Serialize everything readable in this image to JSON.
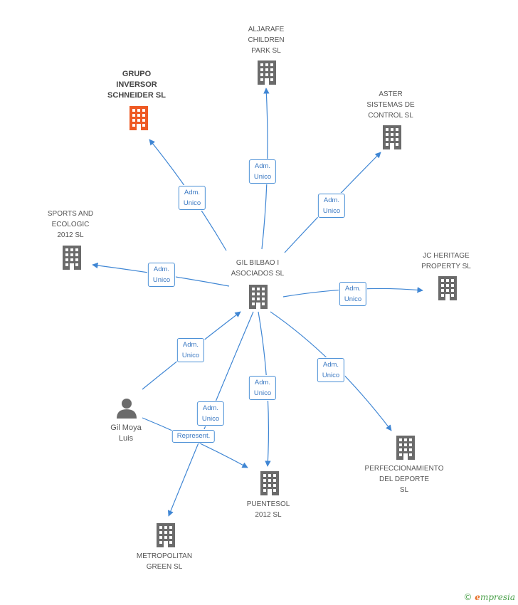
{
  "colors": {
    "edge": "#3f86d4",
    "building": "#6b6b6b",
    "focus_building": "#ee5a24",
    "person": "#6b6b6b"
  },
  "nodes": {
    "gil_bilbao": {
      "label": "GIL BILBAO I\nASOCIADOS SL",
      "icon": "building-icon"
    },
    "grupo_inversor": {
      "label": "GRUPO\nINVERSOR\nSCHNEIDER SL",
      "icon": "building-icon"
    },
    "aljarafe": {
      "label": "ALJARAFE\nCHILDREN\nPARK SL",
      "icon": "building-icon"
    },
    "aster": {
      "label": "ASTER\nSISTEMAS DE\nCONTROL SL",
      "icon": "building-icon"
    },
    "sports": {
      "label": "SPORTS AND\nECOLOGIC\n2012 SL",
      "icon": "building-icon"
    },
    "jc_heritage": {
      "label": "JC HERITAGE\nPROPERTY SL",
      "icon": "building-icon"
    },
    "perfeccionamiento": {
      "label": "PERFECCIONAMIENTO\nDEL DEPORTE\nSL",
      "icon": "building-icon"
    },
    "puentesol": {
      "label": "PUENTESOL\n2012 SL",
      "icon": "building-icon"
    },
    "metropolitan": {
      "label": "METROPOLITAN\nGREEN SL",
      "icon": "building-icon"
    },
    "gil_moya": {
      "label": "Gil Moya\nLuis",
      "icon": "person-icon"
    }
  },
  "edges": {
    "to_grupo": "Adm.\nUnico",
    "to_aljarafe": "Adm.\nUnico",
    "to_aster": "Adm.\nUnico",
    "to_sports": "Adm.\nUnico",
    "to_jc": "Adm.\nUnico",
    "to_perfeccionamiento": "Adm.\nUnico",
    "to_puentesol": "Adm.\nUnico",
    "gil_to_hub": "Adm.\nUnico",
    "to_metropolitan": "Adm.\nUnico",
    "gil_to_puentesol": "Represent."
  },
  "footer": {
    "copyright": "©",
    "brand_first": "e",
    "brand_rest": "mpresia"
  }
}
